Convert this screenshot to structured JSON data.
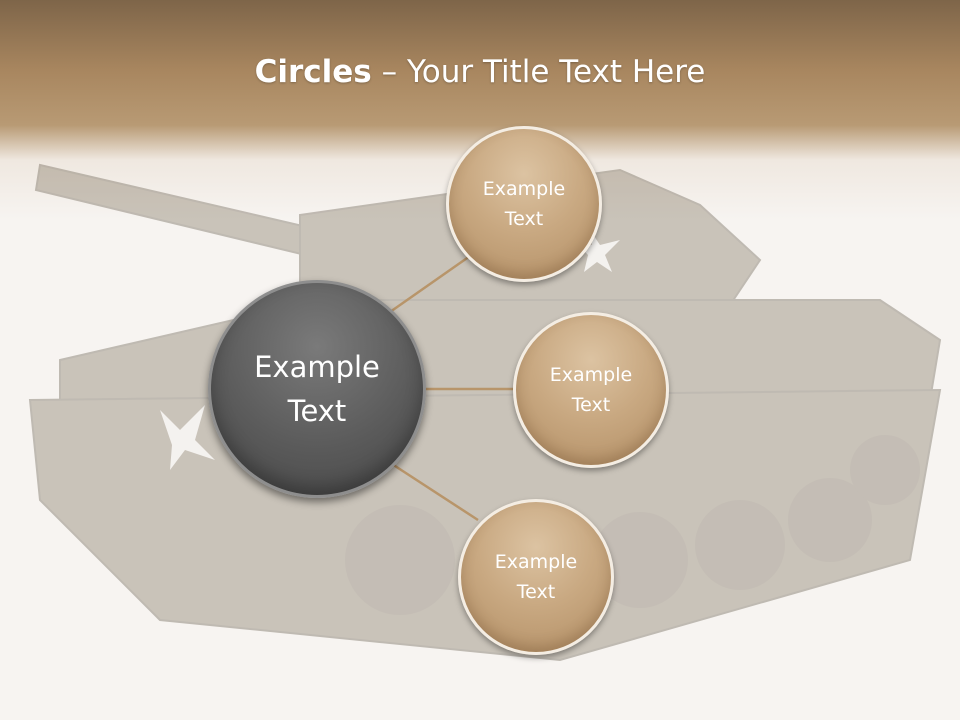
{
  "slide": {
    "title_bold": "Circles",
    "title_rest": " – Your Title Text Here"
  },
  "center_circle": {
    "line1": "Example",
    "line2": "Text"
  },
  "outer_circles": [
    {
      "line1": "Example",
      "line2": "Text"
    },
    {
      "line1": "Example",
      "line2": "Text"
    },
    {
      "line1": "Example",
      "line2": "Text"
    }
  ],
  "colors": {
    "header_brown": "#a8865f",
    "circle_tan": "#c9a982",
    "center_gray": "#5b5b5b",
    "connector": "#b8956a"
  }
}
